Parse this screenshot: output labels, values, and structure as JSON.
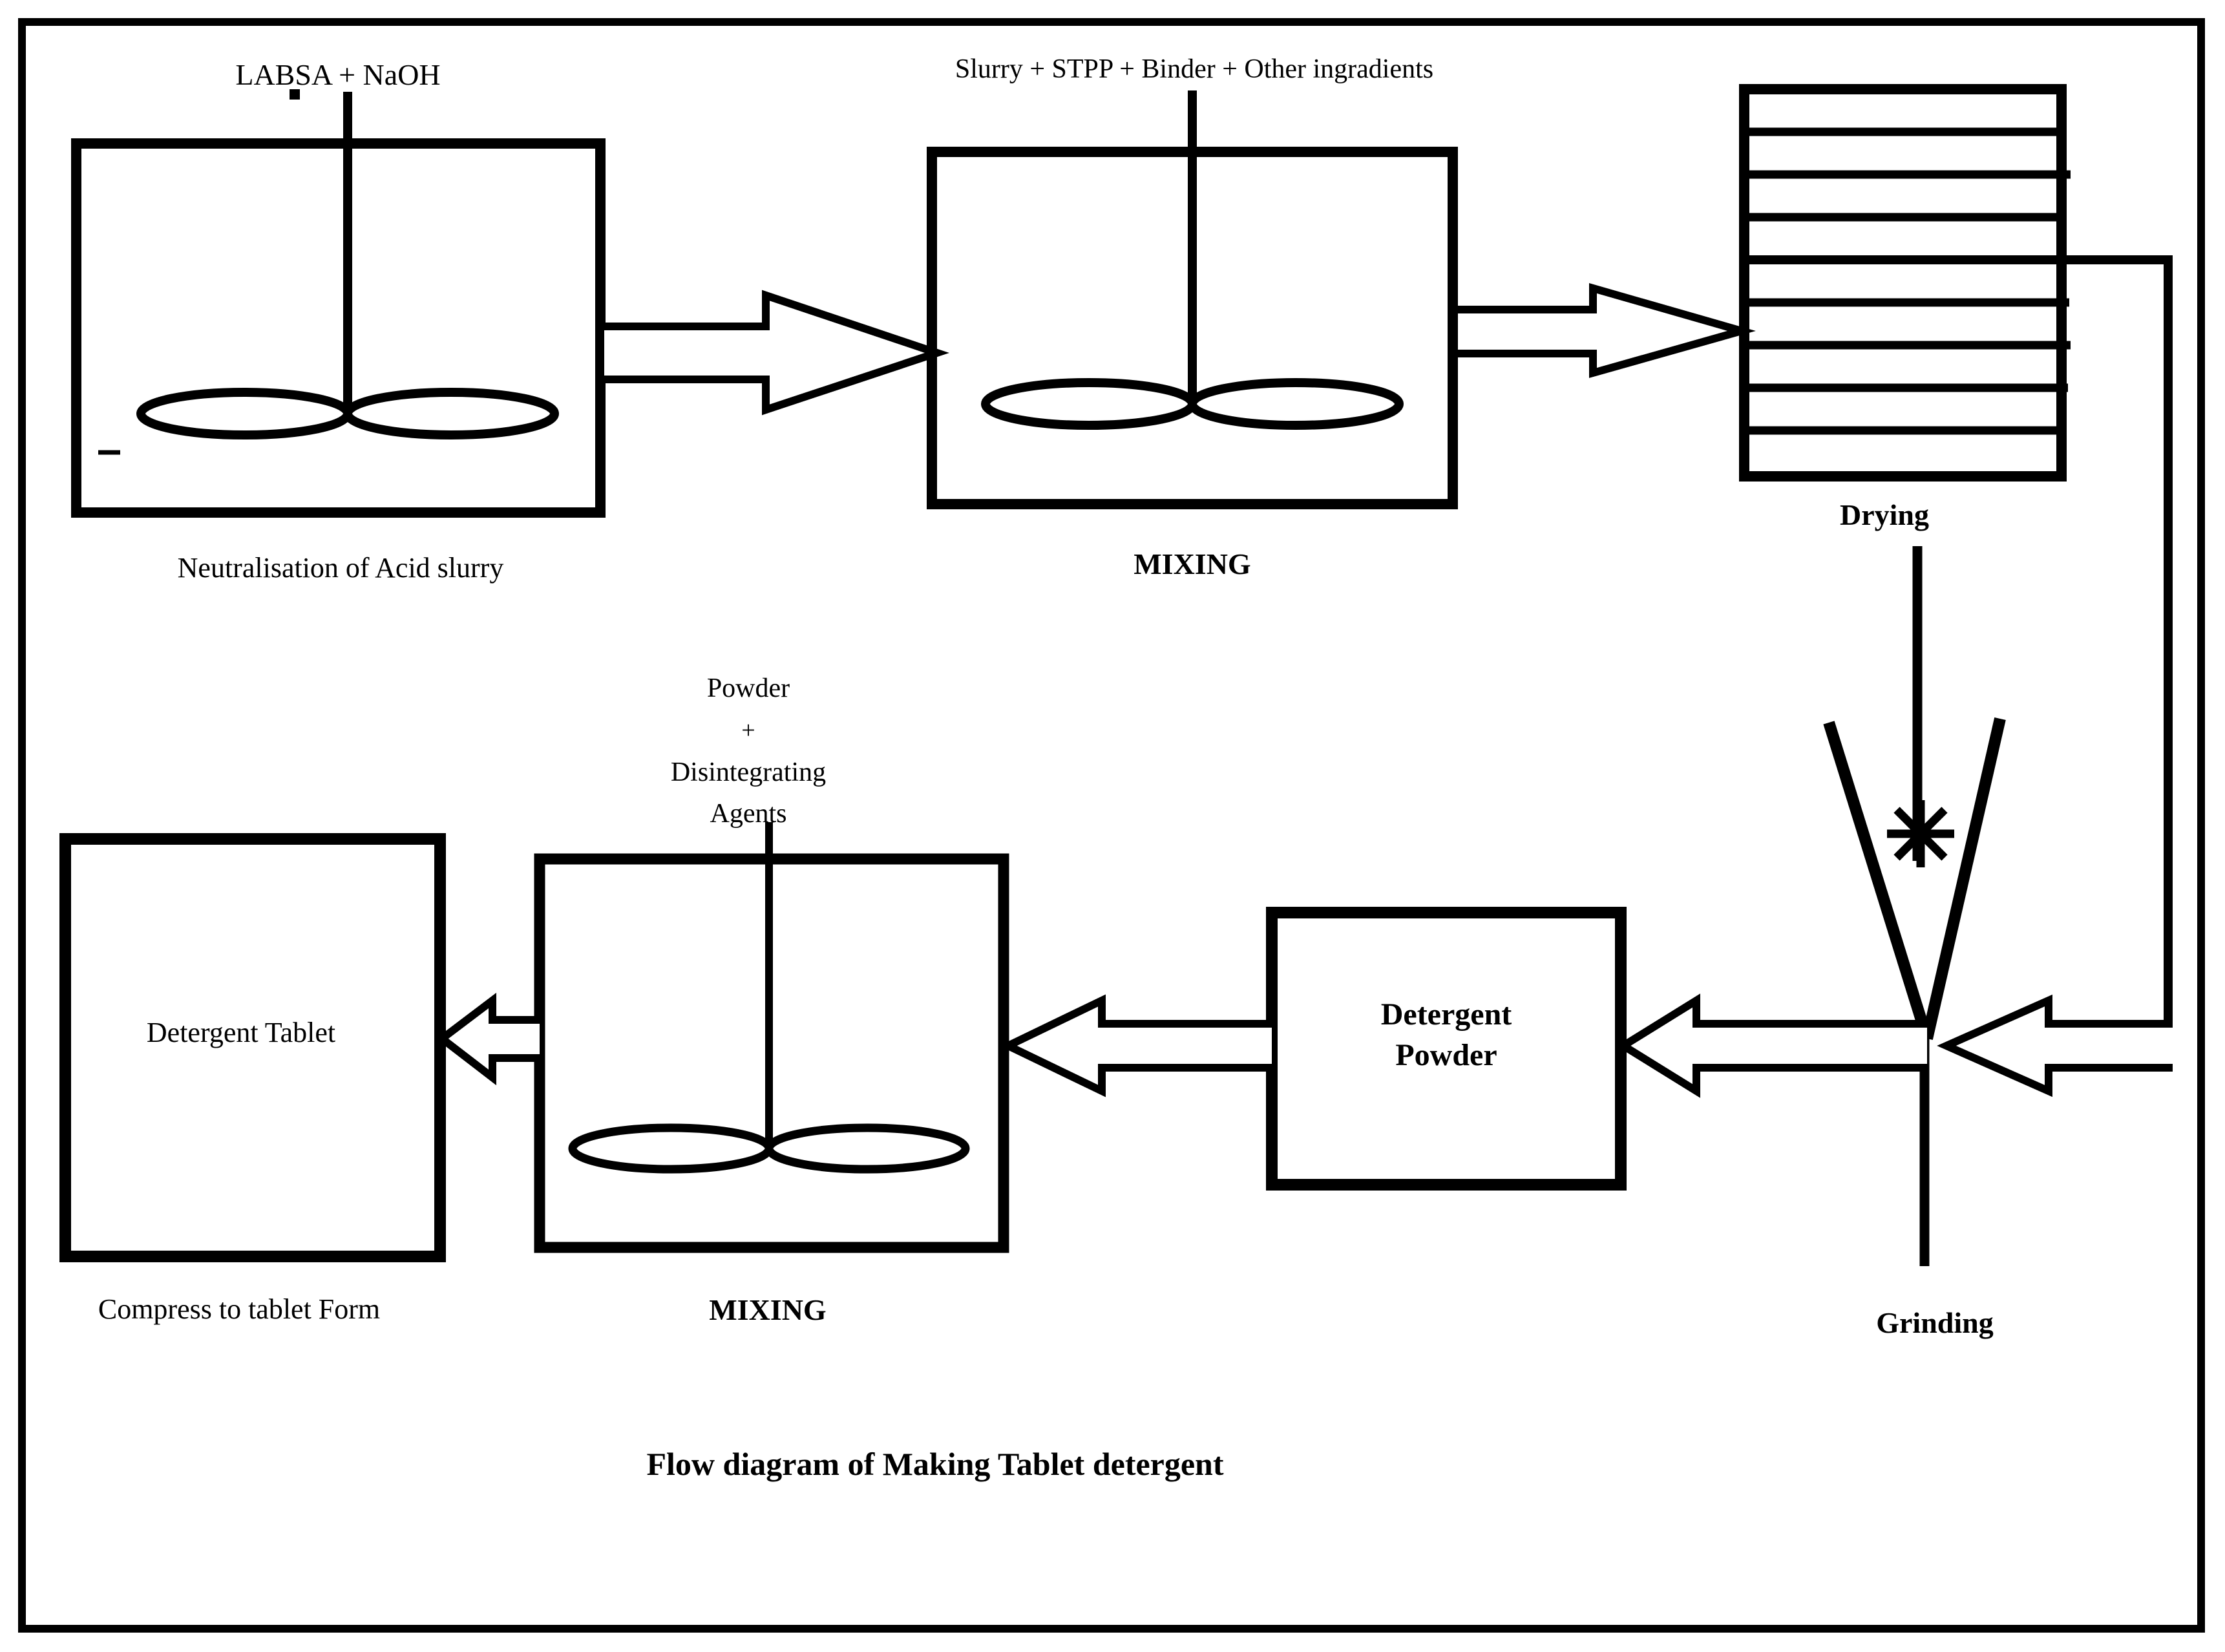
{
  "diagram": {
    "caption": "Flow diagram of Making Tablet detergent",
    "colors": {
      "ink": "#000000",
      "paper": "#ffffff"
    },
    "neutralisation": {
      "input": "LABSA + NaOH",
      "label": "Neutralisation of Acid slurry"
    },
    "mixing_top": {
      "input": "Slurry + STPP + Binder + Other ingradients",
      "label": "MIXING"
    },
    "drying": {
      "label": "Drying"
    },
    "grinding": {
      "label": "Grinding"
    },
    "detergent_powder": {
      "line1": "Detergent",
      "line2": "Powder"
    },
    "mixing_bottom": {
      "input_line1": "Powder",
      "input_line2": "+",
      "input_line3": "Disintegrating",
      "input_line4": "Agents",
      "label": "MIXING"
    },
    "detergent_tablet": {
      "text": "Detergent Tablet",
      "label": "Compress to tablet Form"
    }
  }
}
